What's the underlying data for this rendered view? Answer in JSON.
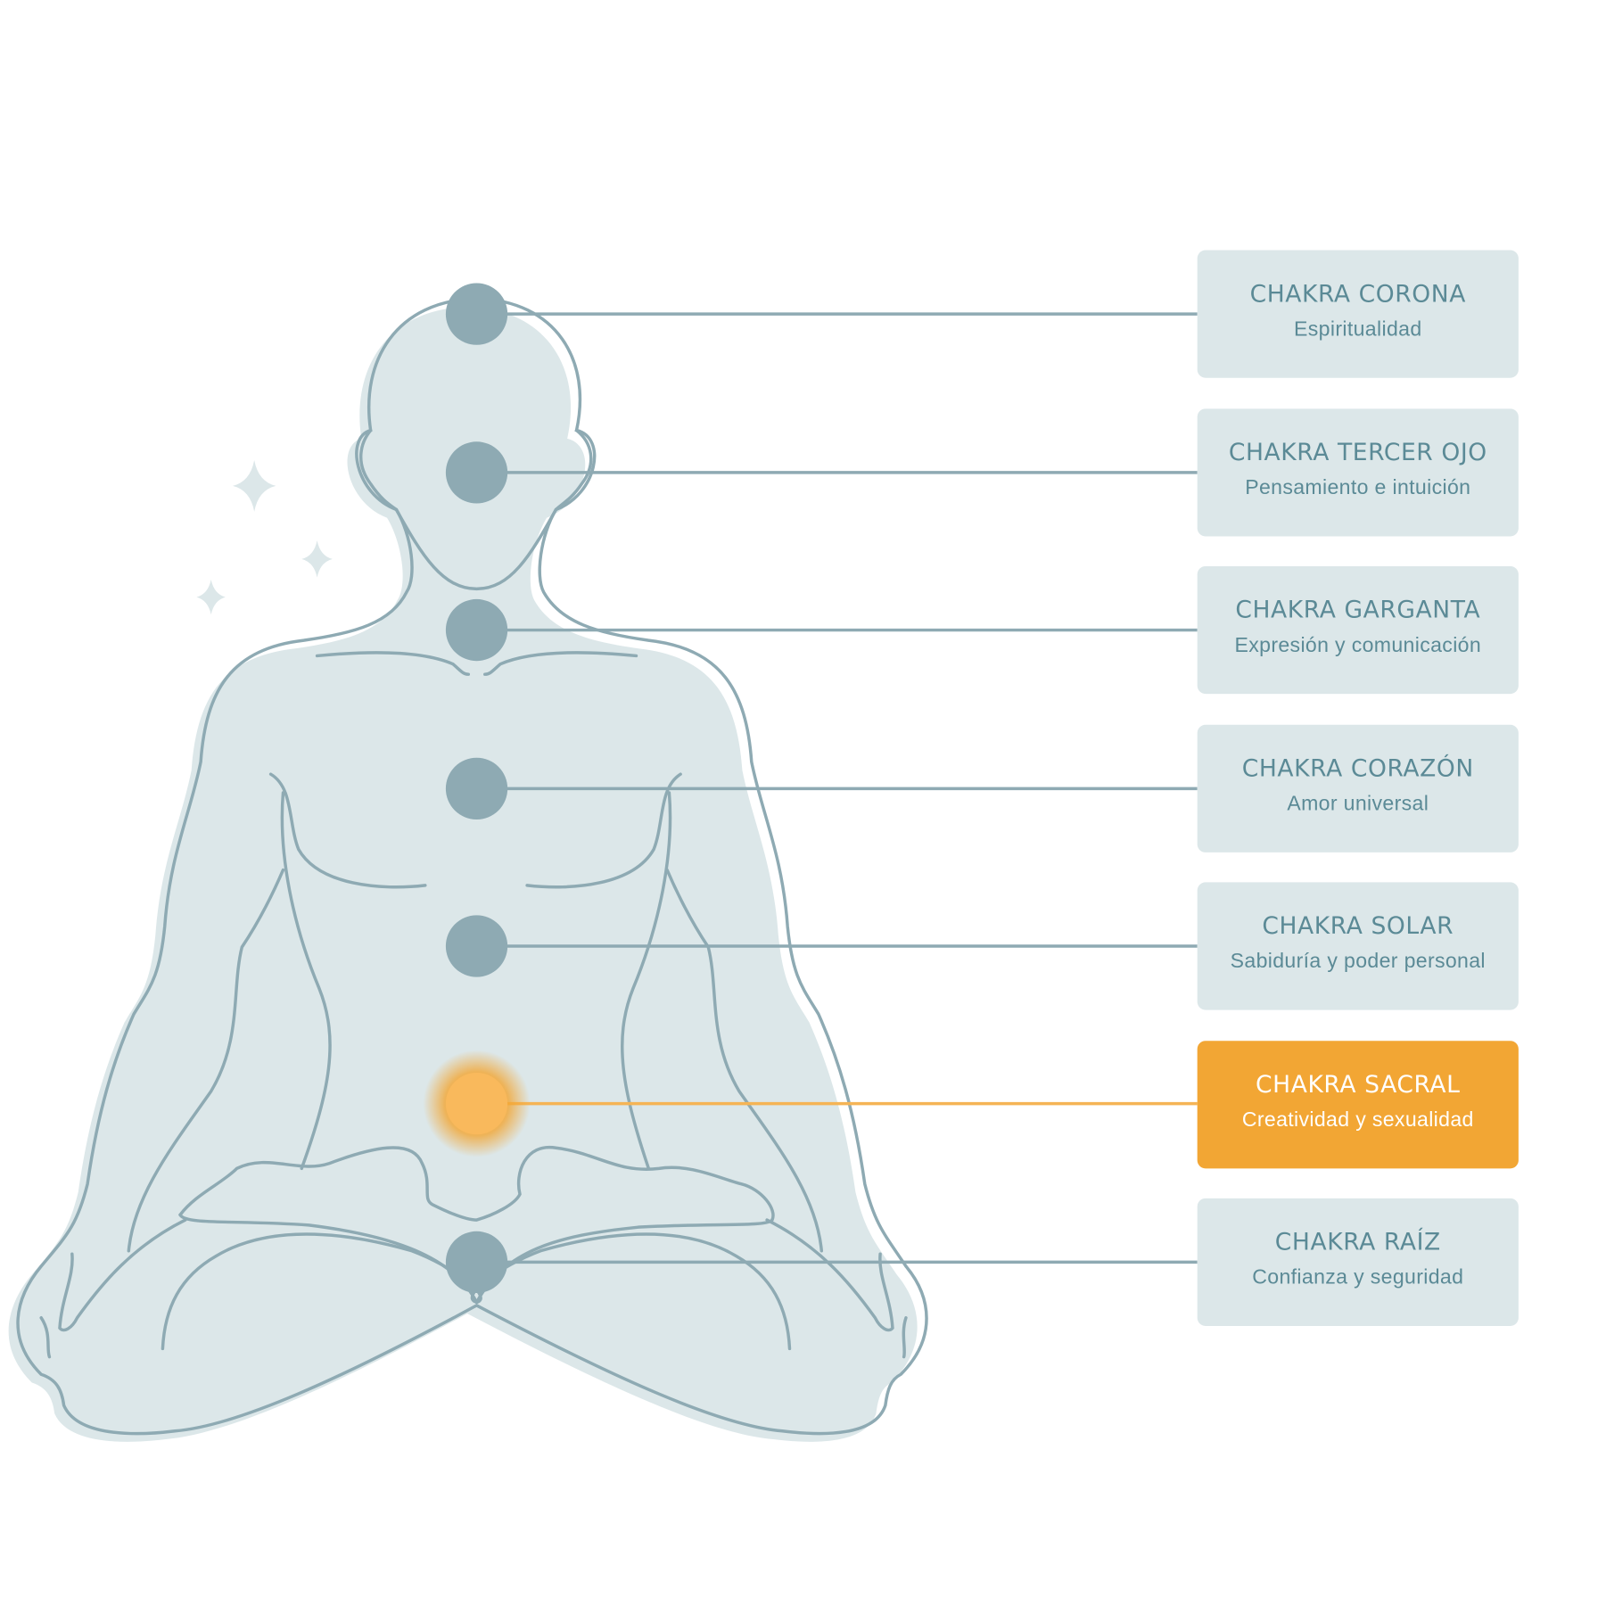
{
  "colors": {
    "card_bg": "#dce7e9",
    "text": "#5b8a96",
    "line": "#8eaab3",
    "active": "#f2a634",
    "active_dot": "#f9b95c"
  },
  "chakras": [
    {
      "title": "CHAKRA CORONA",
      "subtitle": "Espiritualidad",
      "active": false
    },
    {
      "title": "CHAKRA TERCER OJO",
      "subtitle": "Pensamiento e intuición",
      "active": false
    },
    {
      "title": "CHAKRA GARGANTA",
      "subtitle": "Expresión y comunicación",
      "active": false
    },
    {
      "title": "CHAKRA CORAZÓN",
      "subtitle": "Amor universal",
      "active": false
    },
    {
      "title": "CHAKRA SOLAR",
      "subtitle": "Sabiduría y poder personal",
      "active": false
    },
    {
      "title": "CHAKRA SACRAL",
      "subtitle": "Creatividad y sexualidad",
      "active": true
    },
    {
      "title": "CHAKRA RAÍZ",
      "subtitle": "Confianza y seguridad",
      "active": false
    }
  ]
}
